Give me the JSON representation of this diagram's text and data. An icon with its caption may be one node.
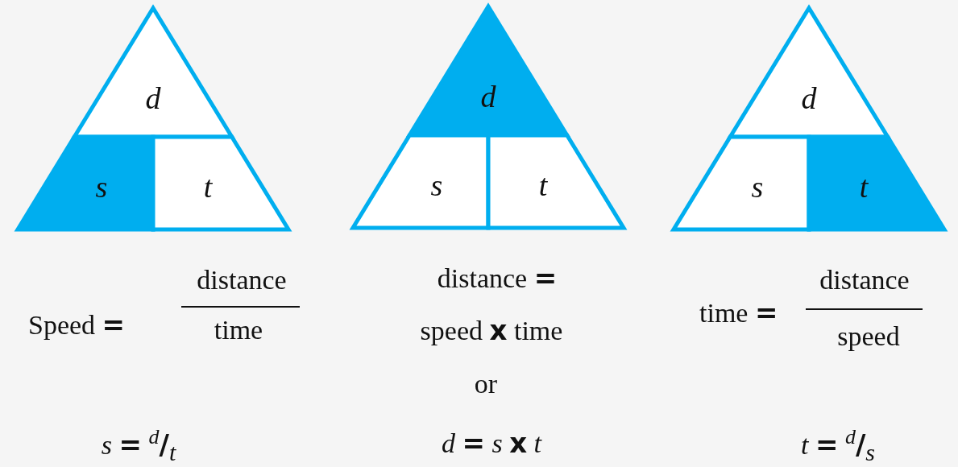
{
  "diagram": {
    "nodes": [
      {
        "text": [],
        "shape": "triangle"
      },
      {
        "text": [
          "*d*"
        ],
        "in": 0
      },
      {
        "text": [
          "*s*"
        ],
        "in": 0
      },
      {
        "text": [
          "*t*"
        ],
        "in": 0
      },
      {
        "text": [],
        "shape": "triangle"
      },
      {
        "text": [
          "*d*"
        ],
        "in": 4
      },
      {
        "text": [
          "*s*"
        ],
        "in": 4
      },
      {
        "text": [
          "*t*"
        ],
        "in": 4
      },
      {
        "text": [],
        "shape": "triangle"
      },
      {
        "text": [
          "*d*"
        ],
        "in": 8
      },
      {
        "text": [
          "*s*"
        ],
        "in": 8
      },
      {
        "text": [
          "*t*"
        ],
        "in": 8
      }
    ],
    "labels": [
      "Speed **=**",
      "distance",
      "time",
      "*s* **=** $^{d}$**/**$_{t}$",
      "distance **=**",
      "speed **x** time",
      "or",
      "*d* **=** *s* **x** *t*",
      "time **=**",
      "distance",
      "speed",
      "*t* **=** $^{d}$**/**$_{s}$"
    ]
  }
}
